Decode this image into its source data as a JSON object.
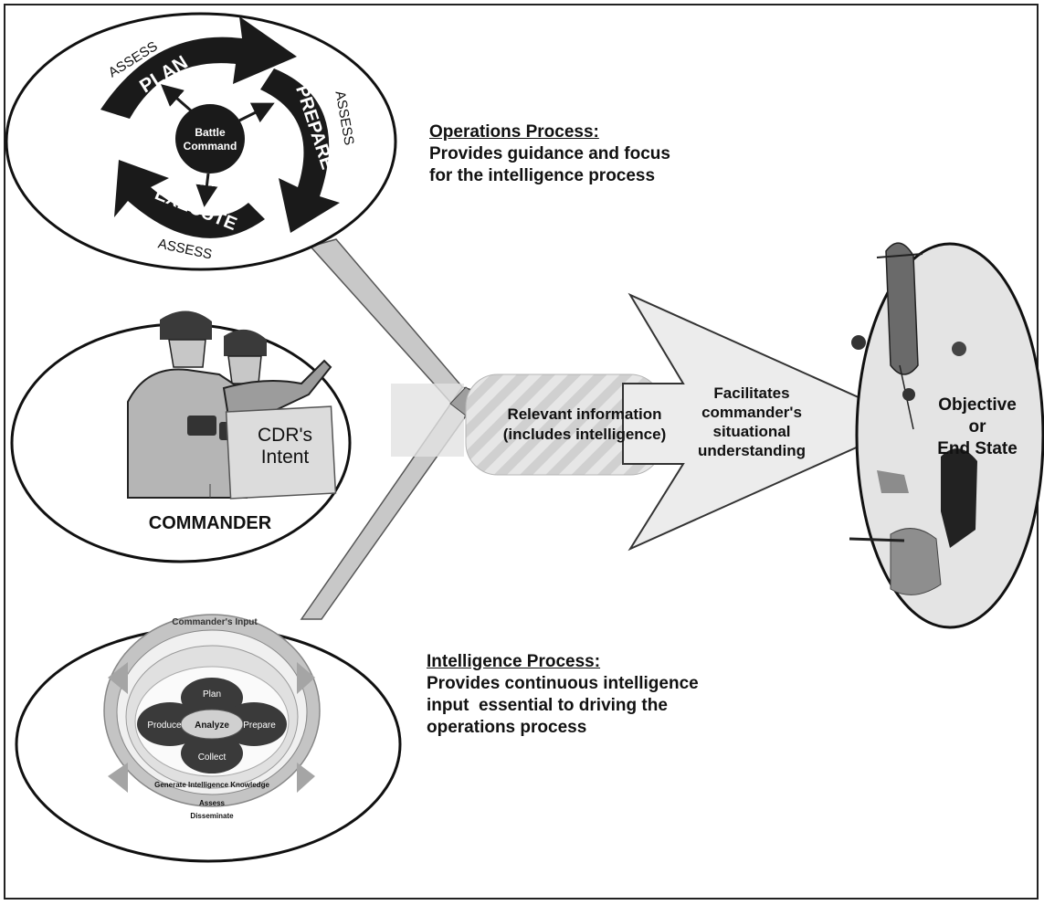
{
  "operations": {
    "heading": "Operations Process:",
    "desc_line1": "Provides guidance and focus",
    "desc_line2": "for the intelligence process",
    "cycle": {
      "center_line1": "Battle",
      "center_line2": "Command",
      "plan": "PLAN",
      "prepare": "PREPARE",
      "execute": "EXECUTE",
      "assess": "ASSESS"
    }
  },
  "commander": {
    "label": "COMMANDER",
    "intent_line1": "CDR's",
    "intent_line2": "Intent"
  },
  "flow": {
    "relevant_line1": "Relevant information",
    "relevant_line2": "(includes intelligence)",
    "arrow_line1": "Facilitates",
    "arrow_line2": "commander's",
    "arrow_line3": "situational",
    "arrow_line4": "understanding"
  },
  "objective": {
    "line1": "Objective",
    "line2": "or",
    "line3": "End State"
  },
  "intelligence": {
    "heading": "Intelligence Process:",
    "desc_line1": "Provides continuous intelligence",
    "desc_line2": "input  essential to driving the",
    "desc_line3": "operations process",
    "cycle": {
      "commanders_input": "Commander's Input",
      "plan": "Plan",
      "prepare": "Prepare",
      "collect": "Collect",
      "produce": "Produce",
      "analyze": "Analyze",
      "generate": "Generate Intelligence Knowledge",
      "assess": "Assess",
      "disseminate": "Disseminate"
    }
  },
  "colors": {
    "dark": "#1a1a1a",
    "mid_gray": "#9a9a9a",
    "light_gray": "#d9d9d9",
    "oval_fill": "#ffffff",
    "objective_fill": "#e4e4e4"
  }
}
